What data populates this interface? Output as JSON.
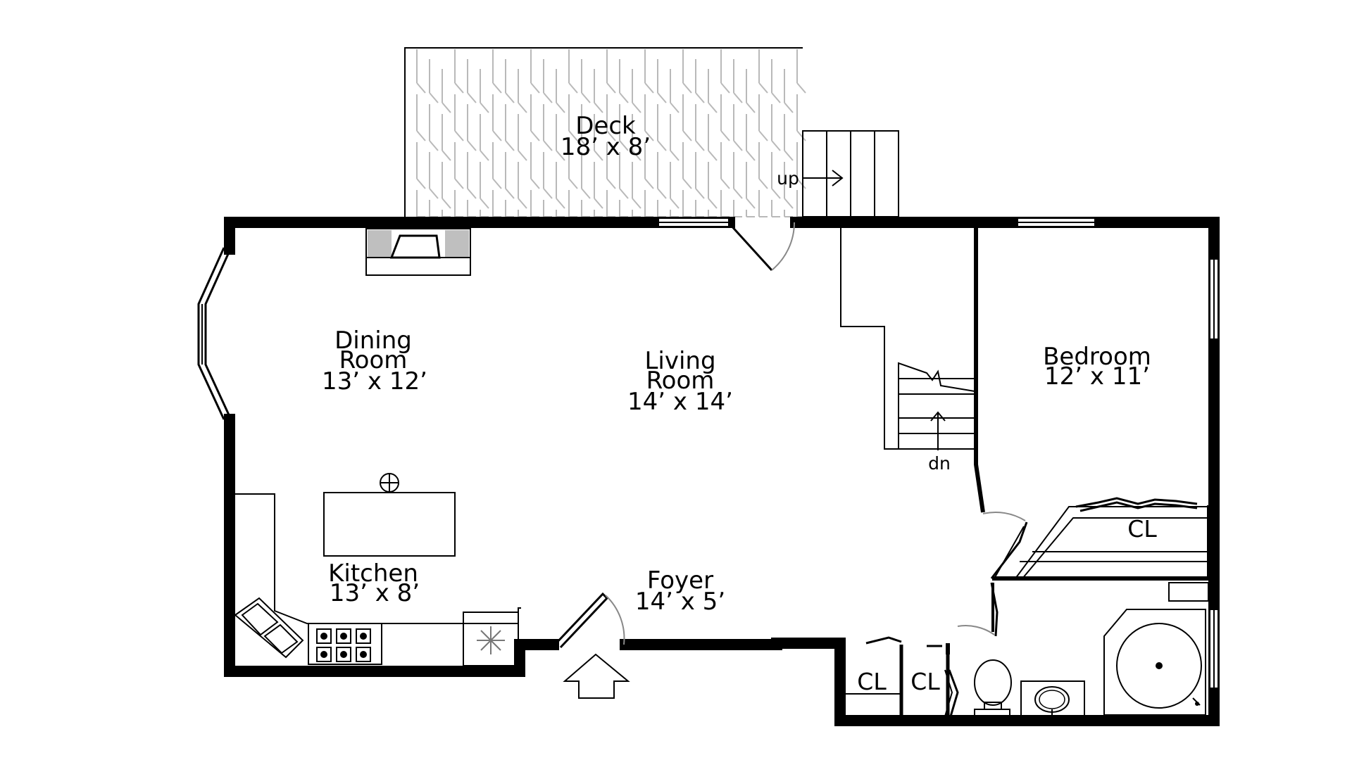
{
  "rooms": {
    "deck": {
      "name": "Deck",
      "size": "18’ x 8’"
    },
    "dining": {
      "name_line1": "Dining",
      "name_line2": "Room",
      "size": "13’ x 12’"
    },
    "living": {
      "name_line1": "Living",
      "name_line2": "Room",
      "size": "14’ x 14’"
    },
    "bedroom": {
      "name": "Bedroom",
      "size": "12’ x 11’"
    },
    "kitchen": {
      "name": "Kitchen",
      "size": "13’ x 8’"
    },
    "foyer": {
      "name": "Foyer",
      "size": "14’ x 5’"
    }
  },
  "closets": {
    "bedroom_closet": "CL",
    "closet_left": "CL",
    "closet_right": "CL"
  },
  "stairs": {
    "deck_stairs": "up",
    "basement_stairs": "dn"
  },
  "colors": {
    "wall": "#000000",
    "deck_hatch": "#b9b9b9",
    "door_swing": "#888888"
  }
}
